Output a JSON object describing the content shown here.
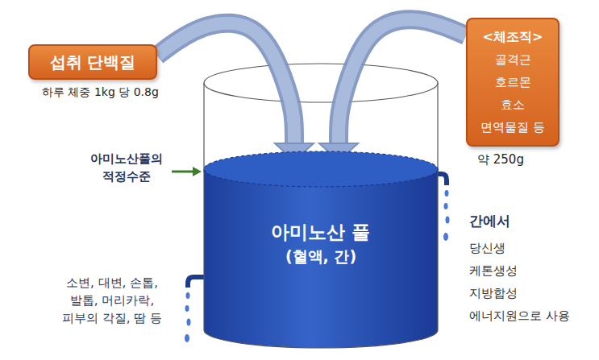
{
  "diagram": {
    "nodes": [
      {
        "text": [
          "섭취 단백질"
        ]
      },
      {
        "text": [
          "<체조직>",
          "골격근",
          "호르몬",
          "효소",
          "면역물질 등"
        ]
      },
      {
        "text": [
          "아미노산 풀",
          "(혈액, 간)"
        ]
      }
    ],
    "edges": [
      {
        "from": 0,
        "to": 2,
        "arrow": "to"
      },
      {
        "from": 1,
        "to": 2,
        "arrow": "to"
      }
    ],
    "labels": [
      "하루 체중 1kg 당 0.8g",
      "약 250g",
      "아미노산풀의 적정수준",
      "간에서",
      "당신생",
      "케톤생성",
      "지방합성",
      "에너지원으로 사용",
      "소변, 대변, 손톱, 발톱, 머리카락, 피부의 각질, 땀 등"
    ]
  }
}
